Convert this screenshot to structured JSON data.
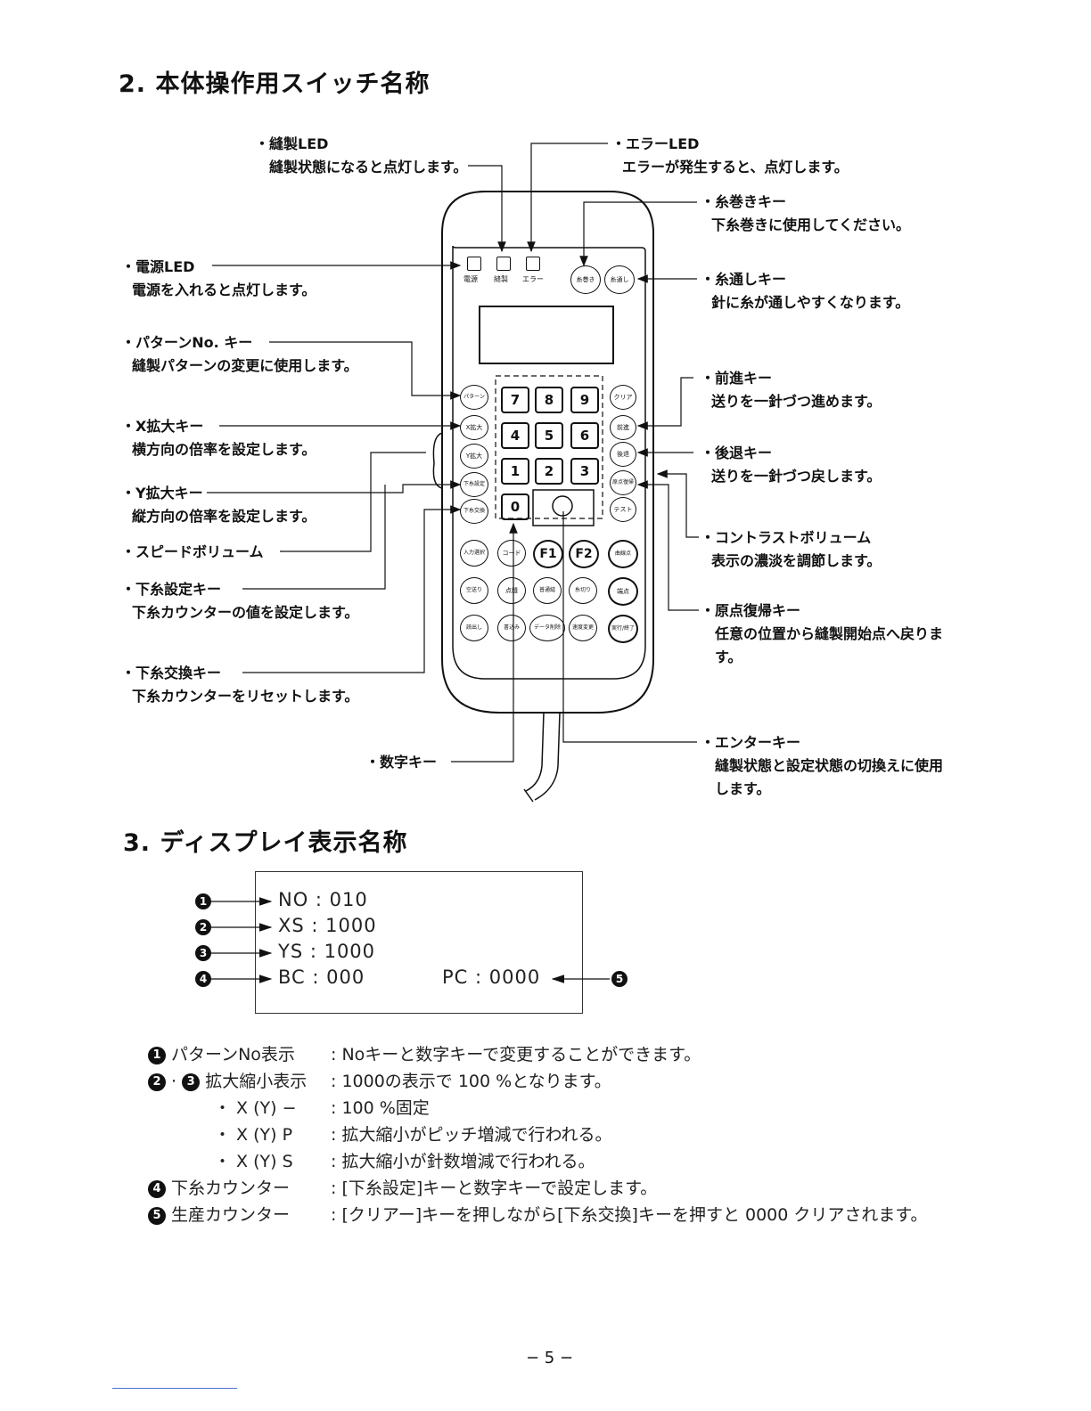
{
  "sections": {
    "switch_title": "2. 本体操作用スイッチ名称",
    "display_title": "3. ディスプレイ表示名称"
  },
  "labels": {
    "sewing_led": {
      "name": "・縫製LED",
      "desc": "縫製状態になると点灯します。"
    },
    "error_led": {
      "name": "・エラーLED",
      "desc": "エラーが発生すると、点灯します。"
    },
    "winding_key": {
      "name": "・糸巻きキー",
      "desc": "下糸巻きに使用してください。"
    },
    "power_led": {
      "name": "・電源LED",
      "desc": "電源を入れると点灯します。"
    },
    "threading_key": {
      "name": "・糸通しキー",
      "desc": "針に糸が通しやすくなります。"
    },
    "pattern_key": {
      "name": "・パターンNo. キー",
      "desc": "縫製パターンの変更に使用します。"
    },
    "forward_key": {
      "name": "・前進キー",
      "desc": "送りを一針づつ進めます。"
    },
    "x_key": {
      "name": "・X拡大キー",
      "desc": "横方向の倍率を設定します。"
    },
    "back_key": {
      "name": "・後退キー",
      "desc": "送りを一針づつ戻します。"
    },
    "y_key": {
      "name": "・Y拡大キー",
      "desc": "縦方向の倍率を設定します。"
    },
    "speed_volume": {
      "name": "・スピードボリューム"
    },
    "contrast_volume": {
      "name": "・コントラストボリューム",
      "desc": "表示の濃淡を調節します。"
    },
    "bobbin_set_key": {
      "name": "・下糸設定キー",
      "desc": "下糸カウンターの値を設定します。"
    },
    "origin_key": {
      "name": "・原点復帰キー",
      "desc1": "任意の位置から縫製開始点へ戻りま",
      "desc2": "す。"
    },
    "bobbin_change_key": {
      "name": "・下糸交換キー",
      "desc": "下糸カウンターをリセットします。"
    },
    "number_keys": {
      "name": "・数字キー"
    },
    "enter_key": {
      "name": "・エンターキー",
      "desc1": "縫製状態と設定状態の切換えに使用",
      "desc2": "します。"
    }
  },
  "device": {
    "leds": [
      "電源",
      "縫製",
      "エラー"
    ],
    "top_keys": [
      "糸巻き",
      "糸通し"
    ],
    "left_keys": [
      "パターンNo.",
      "X拡大",
      "Y拡大",
      "下糸設定",
      "下糸交換"
    ],
    "right_keys": [
      "クリア",
      "前進",
      "後退",
      "原点復帰",
      "テスト"
    ],
    "num_keys": [
      "7",
      "8",
      "9",
      "4",
      "5",
      "6",
      "1",
      "2",
      "3",
      "0"
    ],
    "row1": [
      "入力選択",
      "コード",
      "F1",
      "F2",
      "曲線点"
    ],
    "row2": [
      "空送り",
      "点縫",
      "普通縫",
      "糸切り",
      "端点"
    ],
    "row3": [
      "読出し",
      "書込み",
      "データ削除",
      "速度変更",
      "実行/終了"
    ]
  },
  "display": {
    "line1": "NO : 010",
    "line2": "XS : 1000",
    "line3": "YS : 1000",
    "line4": "BC : 000",
    "pc": "PC : 0000",
    "tags": [
      "1",
      "2",
      "3",
      "4",
      "5"
    ]
  },
  "legend": [
    {
      "key": "パターンNo表示",
      "text": ": Noキーと数字キーで変更することができます。",
      "bullets": [
        "1"
      ]
    },
    {
      "key": "・ 拡大縮小表示",
      "text": ": 1000の表示で 100 %となります。",
      "bullets": [
        "2",
        "3"
      ]
    },
    {
      "key": "・ X (Y) −",
      "text": ": 100 %固定"
    },
    {
      "key": "・ X (Y) P",
      "text": ": 拡大縮小がピッチ増減で行われる。"
    },
    {
      "key": "・ X (Y) S",
      "text": ": 拡大縮小が針数増減で行われる。"
    },
    {
      "key": "下糸カウンター",
      "text": ": [下糸設定]キーと数字キーで設定します。",
      "bullets": [
        "4"
      ]
    },
    {
      "key": "生産カウンター",
      "text": ": [クリアー]キーを押しながら[下糸交換]キーを押すと 0000 クリアされます。",
      "bullets": [
        "5"
      ]
    }
  ],
  "page_number": "− 5 −"
}
